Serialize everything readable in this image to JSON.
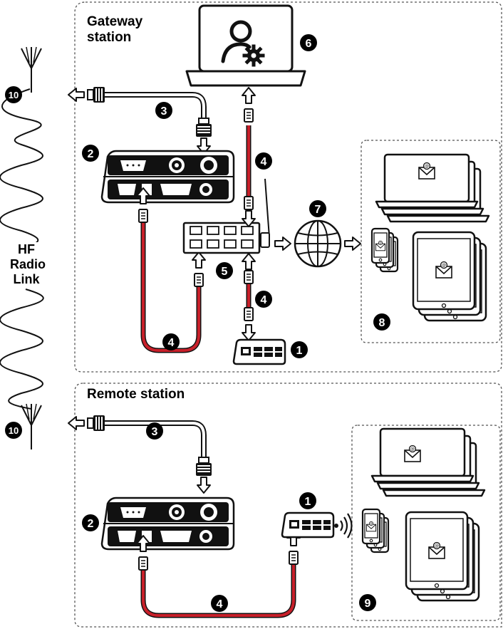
{
  "sections": {
    "gateway": {
      "title_line1": "Gateway",
      "title_line2": "station"
    },
    "remote": {
      "title": "Remote station"
    },
    "hf_link": {
      "line1": "HF",
      "line2": "Radio",
      "line3": "Link"
    }
  },
  "callouts": {
    "antenna_gateway": "10",
    "antenna_remote": "10",
    "coax_gateway": "3",
    "coax_remote": "3",
    "radio_gateway": "2",
    "radio_remote": "2",
    "eth_radio_gateway": "4",
    "eth_laptop_gateway": "4",
    "eth_router_gateway": "4",
    "eth_remote": "4",
    "switch": "5",
    "laptop": "6",
    "internet": "7",
    "clients_gateway": "8",
    "clients_remote": "9",
    "router_gateway": "1",
    "router_remote": "1"
  },
  "colors": {
    "cable_red": "#c8202a",
    "line_black": "#111111",
    "dash_border": "#555555"
  },
  "icons": {
    "antenna": "antenna-icon",
    "radio": "hf-radio-icon",
    "switch": "ethernet-switch-icon",
    "laptop": "laptop-admin-icon",
    "globe": "globe-icon",
    "router": "router-icon",
    "wifi": "wifi-waves-icon",
    "email": "envelope-icon"
  }
}
